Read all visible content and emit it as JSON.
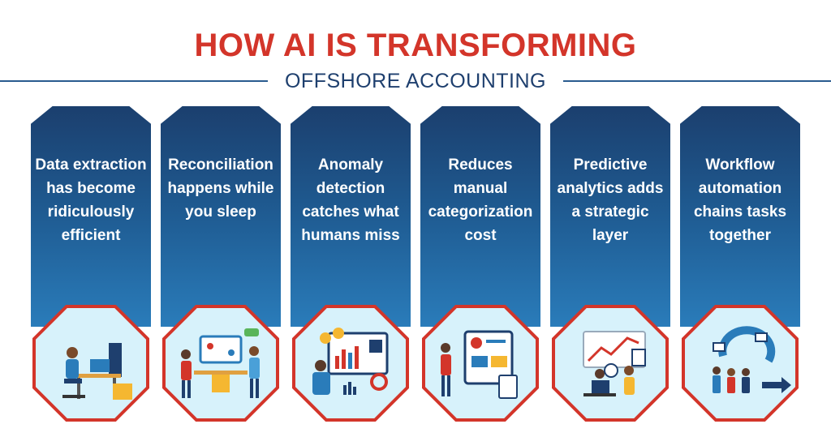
{
  "header": {
    "title": "HOW AI IS TRANSFORMING",
    "subtitle": "OFFSHORE ACCOUNTING"
  },
  "colors": {
    "title_red": "#d3352a",
    "navy": "#1b3f6e",
    "blue": "#2a7cba",
    "badge_fill": "#d7f2fb",
    "badge_border": "#d3352a"
  },
  "cards": [
    {
      "text": "Data extraction has become ridiculously efficient",
      "icon": "person-at-desk-icon"
    },
    {
      "text": "Reconciliation happens while you sleep",
      "icon": "team-reconciliation-icon"
    },
    {
      "text": "Anomaly detection catches what humans miss",
      "icon": "anomaly-dashboard-icon"
    },
    {
      "text": "Reduces manual categorization cost",
      "icon": "categorization-cost-icon"
    },
    {
      "text": "Predictive analytics adds a strategic layer",
      "icon": "predictive-chart-icon"
    },
    {
      "text": "Workflow automation chains tasks together",
      "icon": "workflow-loop-icon"
    }
  ]
}
